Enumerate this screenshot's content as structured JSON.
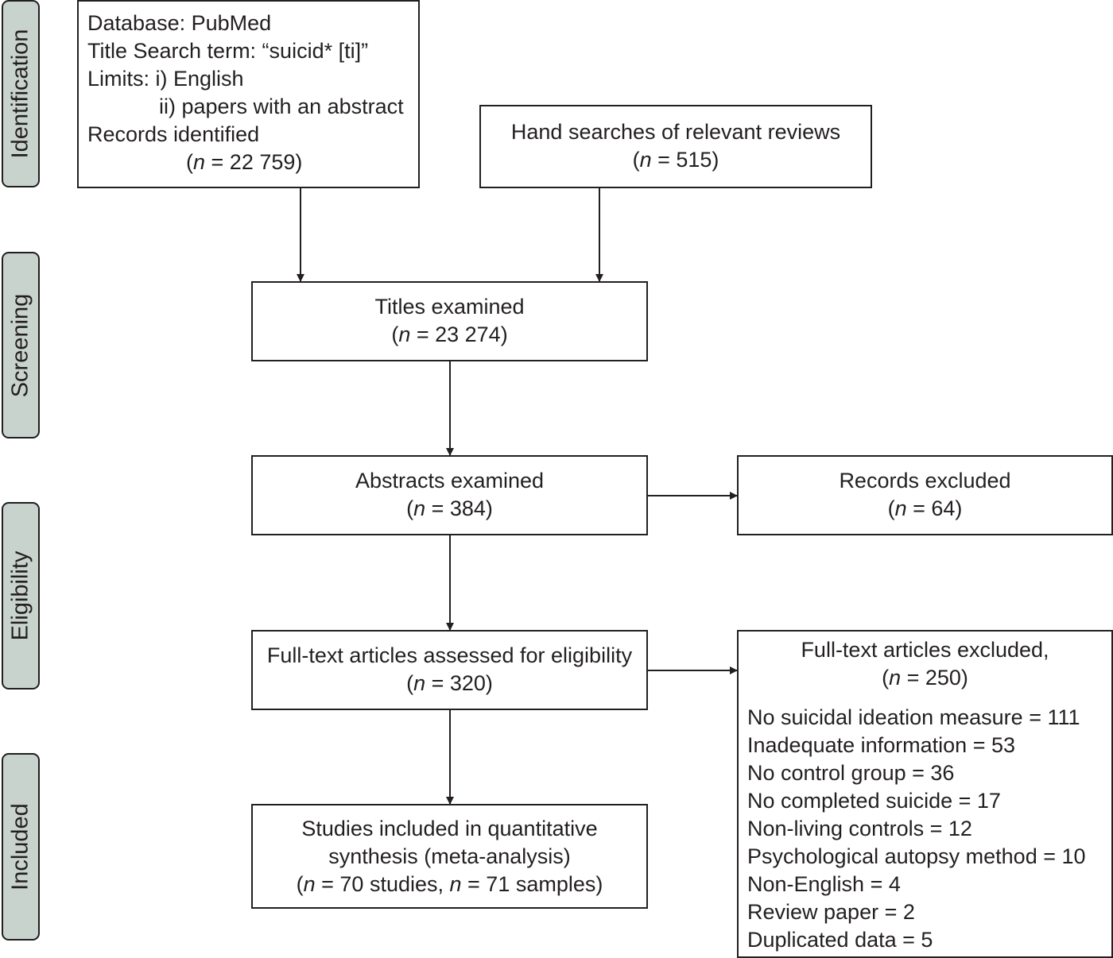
{
  "phases": {
    "identification": "Identification",
    "screening": "Screening",
    "eligibility": "Eligibility",
    "included": "Included"
  },
  "database": {
    "line1": "Database: PubMed",
    "line2": "Title Search term: “suicid* [ti]”",
    "line3": "Limits:  i) English",
    "line4": "ii) papers with an abstract",
    "line5": "Records identified",
    "n_open": "(",
    "n_var": "n",
    "n_value": " = 22 759)"
  },
  "hand": {
    "label": "Hand searches of relevant reviews",
    "n_open": "(",
    "n_var": "n",
    "n_value": " = 515)"
  },
  "titles": {
    "label": "Titles examined",
    "n_open": "(",
    "n_var": "n",
    "n_value": " = 23 274)"
  },
  "abstracts": {
    "label": "Abstracts examined",
    "n_open": "(",
    "n_var": "n",
    "n_value": " = 384)"
  },
  "excluded_records": {
    "label": "Records excluded",
    "n_open": "(",
    "n_var": "n",
    "n_value": " = 64)"
  },
  "fulltext": {
    "label": "Full-text articles assessed for eligibility",
    "n_open": "(",
    "n_var": "n",
    "n_value": " = 320)"
  },
  "fulltext_excluded": {
    "label": "Full-text articles excluded,",
    "n_open": "(",
    "n_var": "n",
    "n_value": " = 250)",
    "reasons": [
      "No suicidal ideation measure = 111",
      "Inadequate information = 53",
      "No control group = 36",
      "No completed suicide = 17",
      "Non-living controls = 12",
      "Psychological autopsy method = 10",
      "Non-English = 4",
      "Review paper = 2",
      "Duplicated data = 5"
    ]
  },
  "included": {
    "line1": "Studies included in quantitative",
    "line2": "synthesis (meta-analysis)",
    "n_open": "(",
    "n_var1": "n",
    "n_mid": " = 70 studies, ",
    "n_var2": "n",
    "n_end": " = 71 samples)"
  }
}
